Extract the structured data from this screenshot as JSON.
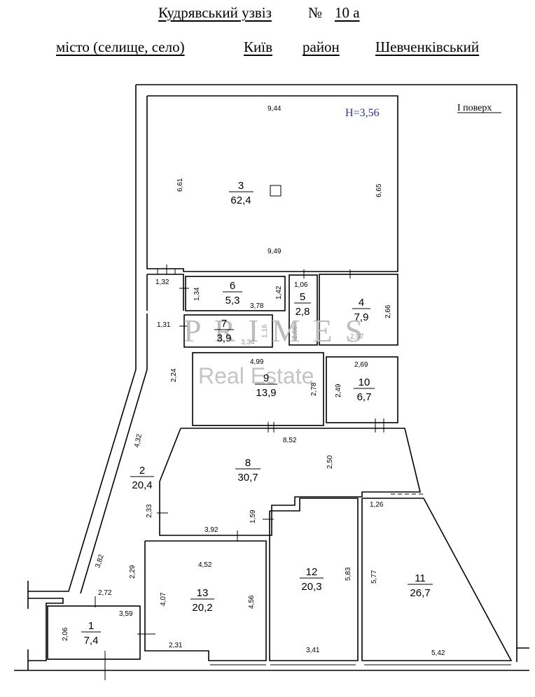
{
  "header": {
    "street": "Кудрявський узвіз",
    "number_label": "№",
    "number": "10 а",
    "city_label": "місто (селище, село)",
    "city": "Київ",
    "district_label": "район",
    "district": "Шевченківський"
  },
  "plan": {
    "floor_label": "І поверх",
    "height_label": "Н=3,56",
    "watermark_line1": "PRIMES",
    "watermark_line2": "Real Estate",
    "rooms": [
      {
        "number": "1",
        "area": "7,4"
      },
      {
        "number": "2",
        "area": "20,4"
      },
      {
        "number": "3",
        "area": "62,4"
      },
      {
        "number": "4",
        "area": "7,9"
      },
      {
        "number": "5",
        "area": "2,8"
      },
      {
        "number": "6",
        "area": "5,3"
      },
      {
        "number": "7",
        "area": "3,9"
      },
      {
        "number": "8",
        "area": "30,7"
      },
      {
        "number": "9",
        "area": "13,9"
      },
      {
        "number": "10",
        "area": "6,7"
      },
      {
        "number": "11",
        "area": "26,7"
      },
      {
        "number": "12",
        "area": "20,3"
      },
      {
        "number": "13",
        "area": "20,2"
      }
    ],
    "dimensions": {
      "r3_top": "9,44",
      "r3_bottom": "9,49",
      "r3_left": "6,61",
      "r3_right": "6,65",
      "r6_left": "1,34",
      "r6_bottom": "3,78",
      "r6_right": "1,42",
      "corr_a": "1,32",
      "r5_top": "1,06",
      "r5_side": "2,66",
      "r4_right": "2,66",
      "r4_bottom": "2,97",
      "r7_left": "1,31",
      "r7_bottom": "3,34",
      "r7_right": "1,16",
      "r9_top": "4,99",
      "r9_right": "2,78",
      "r10_top": "2,69",
      "r10_left": "2,49",
      "r2_upper": "2,24",
      "r2_diag": "4,32",
      "r2_mid": "2,33",
      "r2_lower": "2,29",
      "r2_diag2": "3,82",
      "r8_top": "8,52",
      "r8_right": "2,50",
      "r8_bottom": "3,92",
      "r8_step": "1,59",
      "r13_top": "4,52",
      "r13_left": "4,07",
      "r13_right": "4,56",
      "r13_bottom": "2,31",
      "r12_right": "5,83",
      "r12_bottom": "3,41",
      "r11_top": "1,26",
      "r11_left": "5,77",
      "r11_bottom": "5,42",
      "r1_top": "2,72",
      "r1_top2": "3,59",
      "r1_left": "2,06"
    }
  }
}
